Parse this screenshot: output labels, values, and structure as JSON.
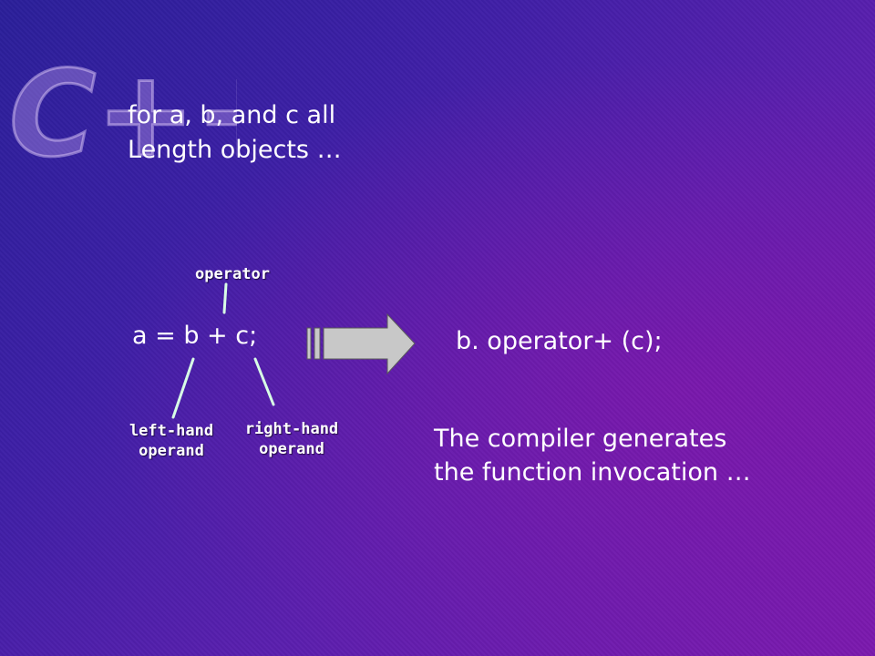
{
  "logo": {
    "text": "C++"
  },
  "title": {
    "line1": "for a, b, and c all",
    "line2": "Length objects …"
  },
  "labels": {
    "operator": "operator",
    "left_line1": "left-hand",
    "left_line2": "operand",
    "right_line1": "right-hand",
    "right_line2": "operand"
  },
  "expression": "a = b + c;",
  "result": "b. operator+ (c);",
  "caption": {
    "line1": "The compiler generates",
    "line2": "the function invocation …"
  },
  "colors": {
    "arrow_fill": "#c8c8c8",
    "pointer_line": "#d8ffe6"
  }
}
